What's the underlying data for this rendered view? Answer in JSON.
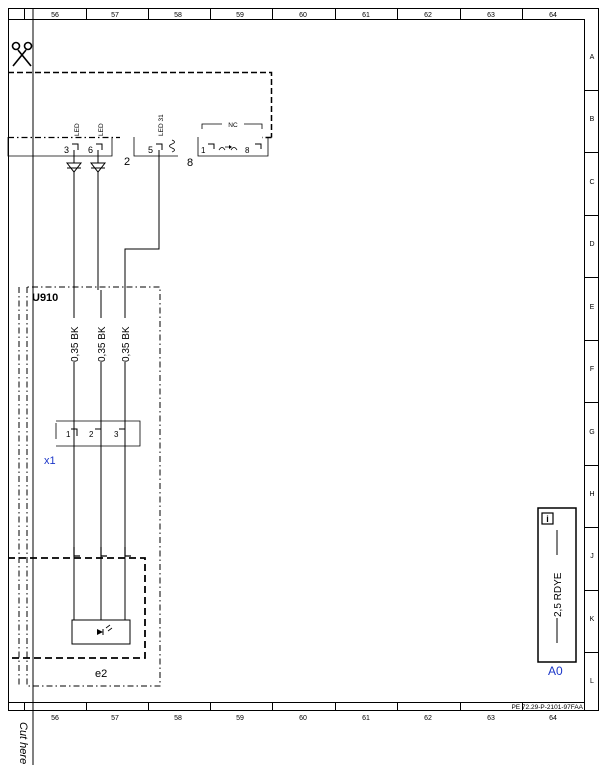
{
  "columns": [
    "56",
    "57",
    "58",
    "59",
    "60",
    "61",
    "62",
    "63",
    "64"
  ],
  "rows": [
    "A",
    "B",
    "C",
    "D",
    "E",
    "F",
    "G",
    "H",
    "J",
    "K",
    "L"
  ],
  "top_connector": {
    "pins": [
      "3",
      "6",
      "5"
    ],
    "pin_labels": [
      "LED",
      "LED",
      "LED 31"
    ],
    "group_label": "2",
    "nc_label": "NC",
    "nc_pins": [
      "1",
      "8"
    ],
    "side_number": "8"
  },
  "module": {
    "name": "U910"
  },
  "wires": [
    "0,35 BK",
    "0,35 BK",
    "0,35 BK"
  ],
  "connector_x1": {
    "label": "x1",
    "pins": [
      "1",
      "2",
      "3"
    ]
  },
  "component_e2": {
    "label": "e2"
  },
  "info_box": {
    "icon_glyph": "i",
    "wire": "2,5 RDYE",
    "ref": "A0"
  },
  "doc_id": "PE 72.29-P-2101-97FAA",
  "cut_text": "Cut here",
  "colors": {
    "ref_blue": "#1a35c8"
  }
}
